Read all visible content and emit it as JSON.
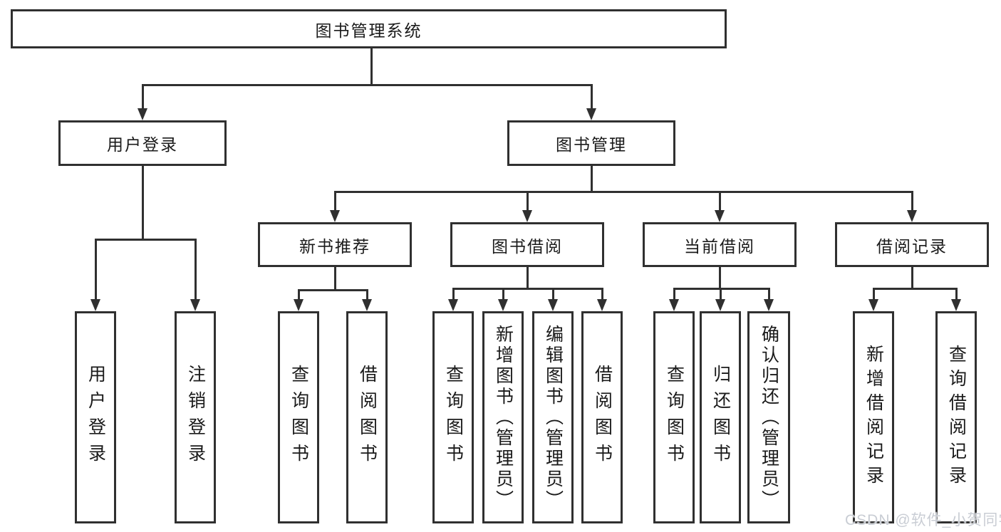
{
  "diagram": {
    "root": "图书管理系统",
    "level2": {
      "user_login": "用户登录",
      "book_mgmt": "图书管理"
    },
    "level3": {
      "new_book_rec": "新书推荐",
      "book_borrow": "图书借阅",
      "current_borrow": "当前借阅",
      "borrow_record": "借阅记录"
    },
    "leaves": {
      "user_login": "用户登录",
      "logout": "注销登录",
      "rec_query_books": "查询图书",
      "rec_borrow_books": "借阅图书",
      "bor_query_books": "查询图书",
      "bor_add_books": "新增图书（管理员）",
      "bor_edit_books": "编辑图书（管理员）",
      "bor_borrow_books": "借阅图书",
      "cur_query_books": "查询图书",
      "cur_return_books": "归还图书",
      "cur_confirm_return": "确认归还（管理员）",
      "rcd_add_record": "新增借阅记录",
      "rcd_query_record": "查询借阅记录"
    }
  },
  "watermark": "CSDN @软件_小贺同学",
  "colors": {
    "line": "#303030",
    "box_background": "#ffffff",
    "text": "#1a1a1a",
    "watermark": "#c9cdd4"
  }
}
